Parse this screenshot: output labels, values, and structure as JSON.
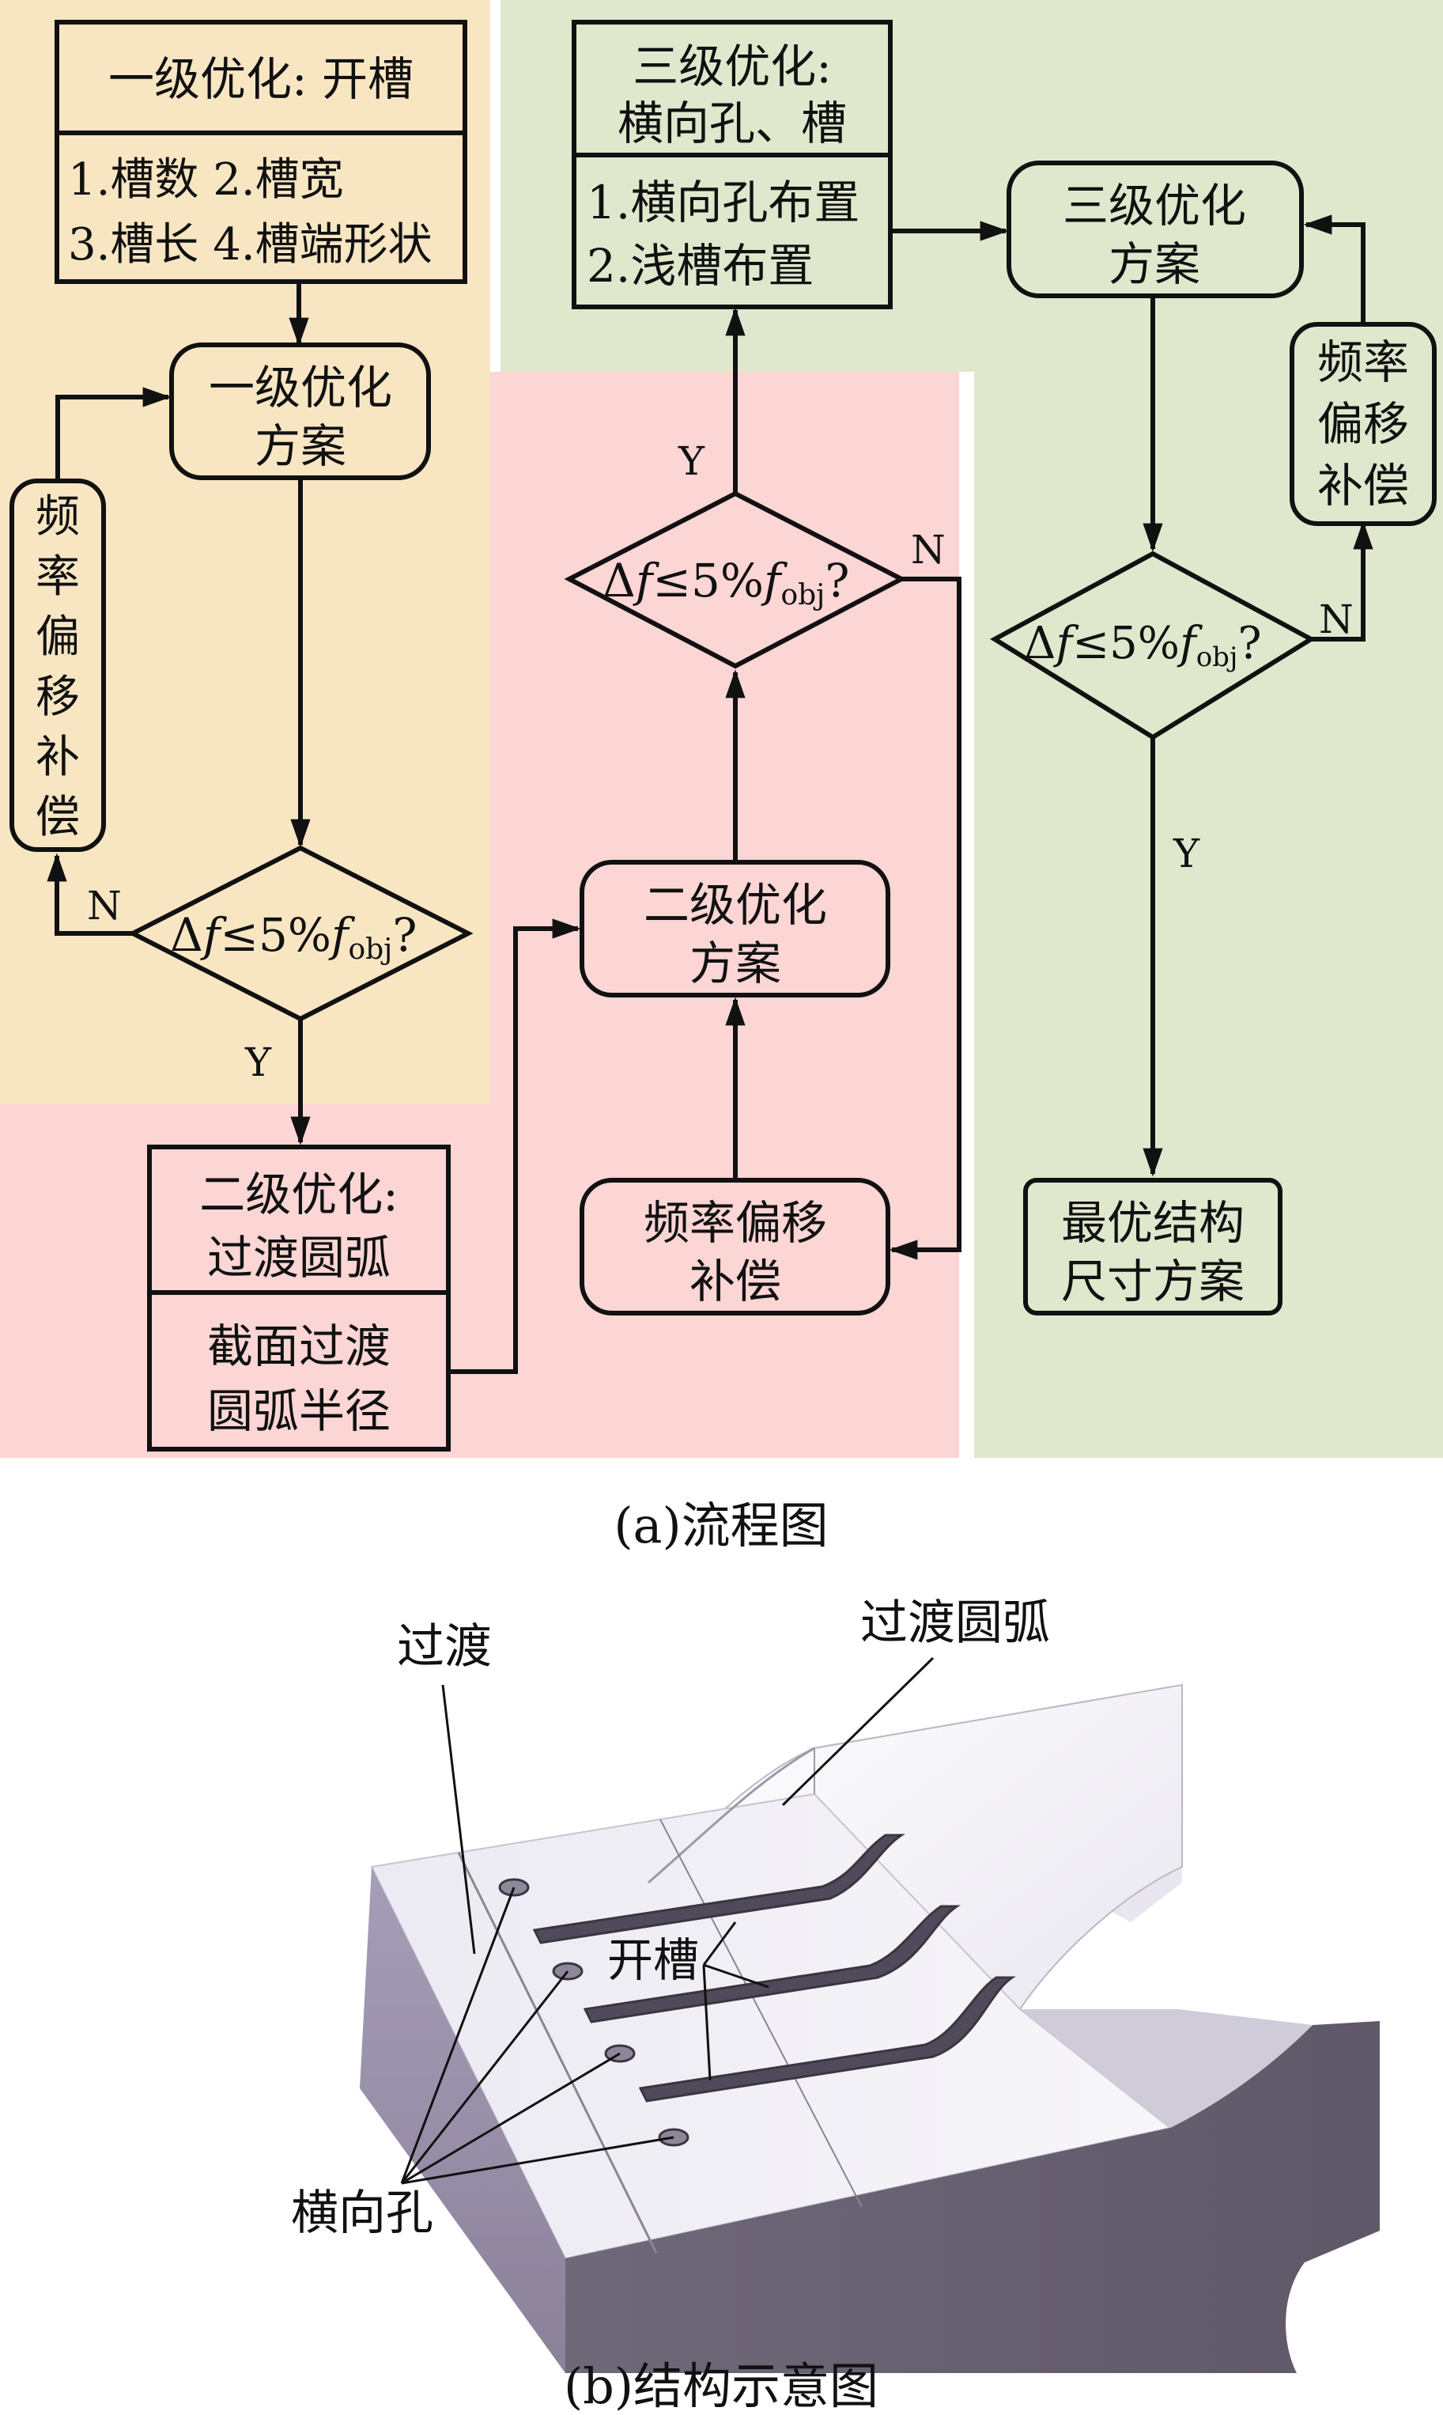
{
  "colors": {
    "level1_bg": "#f8e6c3",
    "level2_bg": "#fcd5d5",
    "level3_bg": "#dfe8cd",
    "stroke": "#111111"
  },
  "flow": {
    "l1_header": "一级优化: 开槽",
    "l1_params": [
      "1.槽数  2.槽宽",
      "3.槽长  4.槽端形状"
    ],
    "l1_scheme": [
      "一级优化",
      "方案"
    ],
    "l1_comp": [
      "频",
      "率",
      "偏",
      "移",
      "补",
      "偿"
    ],
    "l2_header": [
      "二级优化:",
      "过渡圆弧"
    ],
    "l2_params": [
      "截面过渡",
      "圆弧半径"
    ],
    "l2_scheme": [
      "二级优化",
      "方案"
    ],
    "l2_comp": [
      "频率偏移",
      "补偿"
    ],
    "l3_header": [
      "三级优化:",
      "横向孔、槽"
    ],
    "l3_params": [
      "1.横向孔布置",
      "2.浅槽布置"
    ],
    "l3_scheme": [
      "三级优化",
      "方案"
    ],
    "l3_comp": [
      "频率",
      "偏移",
      "补偿"
    ],
    "final": [
      "最优结构",
      "尺寸方案"
    ],
    "cond_delta": "Δ",
    "cond_f": "f",
    "cond_mid": "≤5%",
    "cond_sub": "obj",
    "cond_q": "?",
    "yes": "Y",
    "no": "N"
  },
  "captions": {
    "a": "(a)流程图",
    "b": "(b)结构示意图"
  },
  "structure_labels": {
    "transition": "过渡",
    "transition_arc": "过渡圆弧",
    "slot": "开槽",
    "hole": "横向孔"
  }
}
